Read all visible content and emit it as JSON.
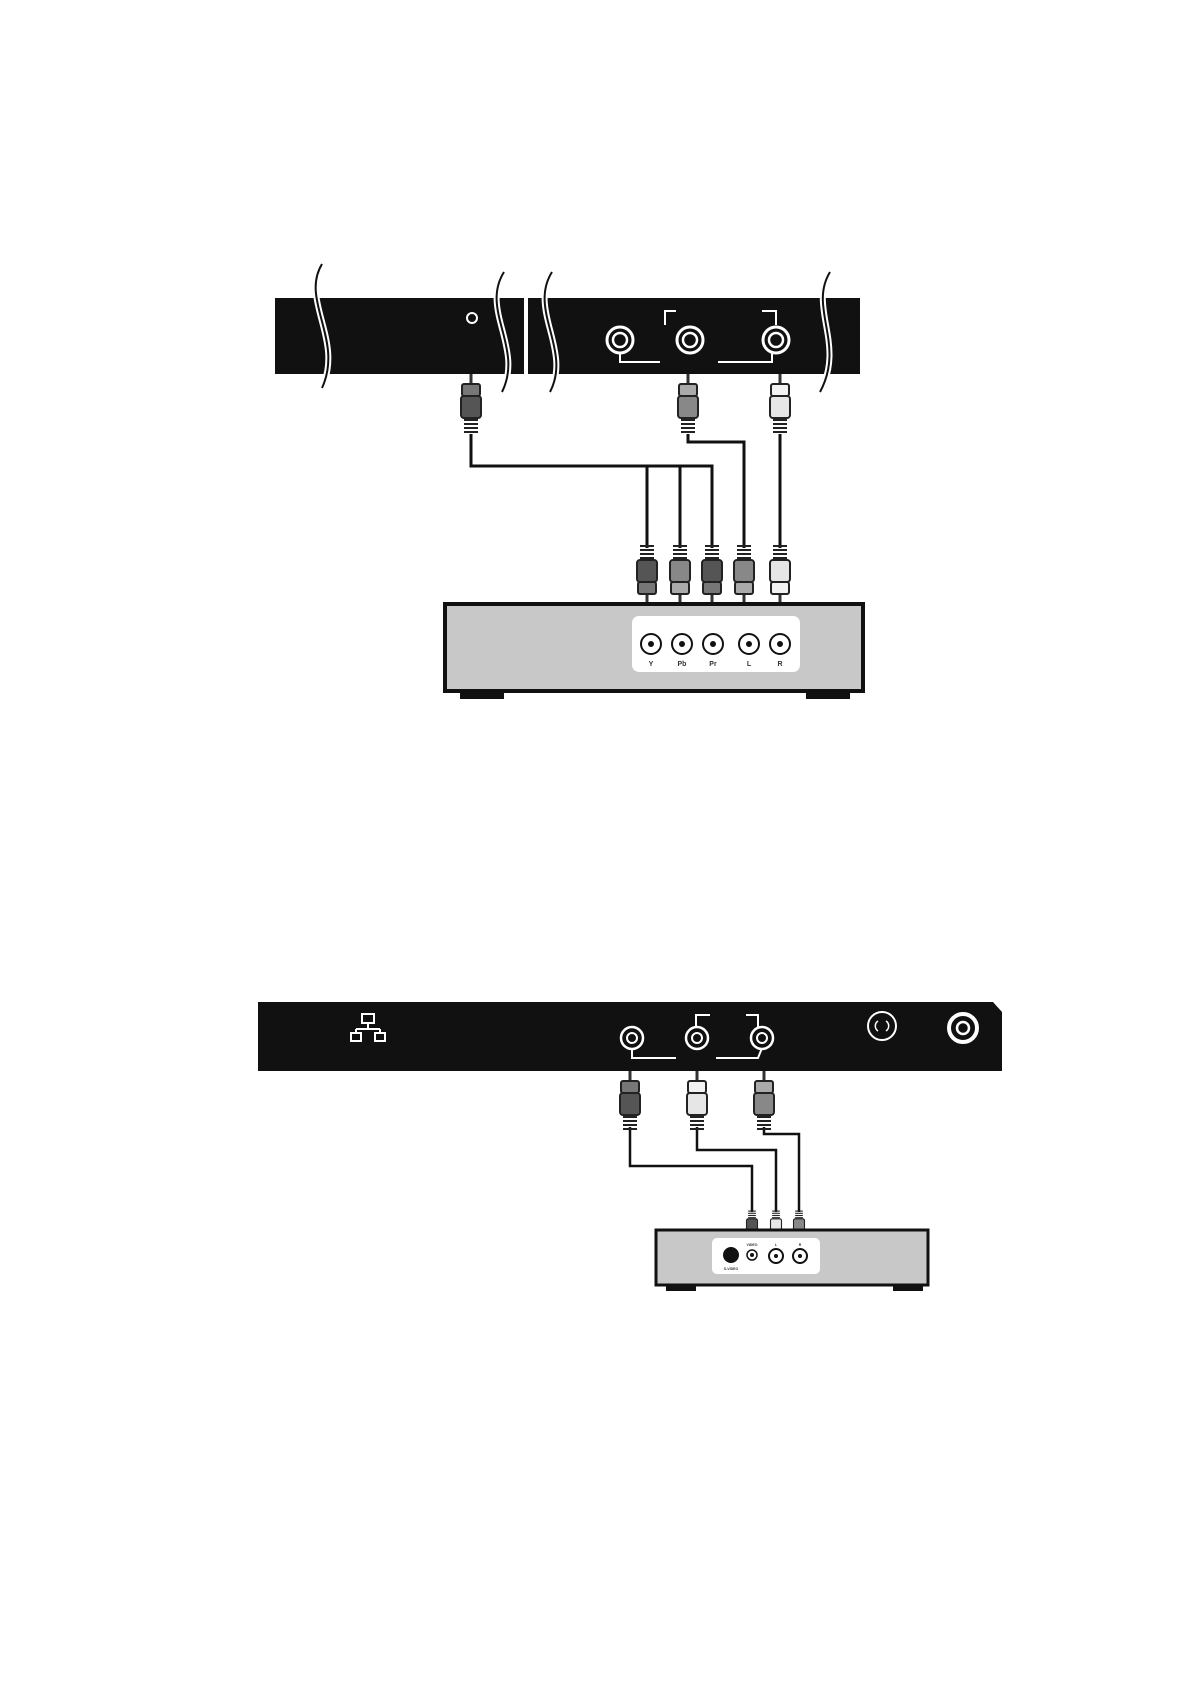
{
  "diagram1": {
    "receiver_jack_labels": [
      "Y",
      "Pb",
      "Pr",
      "L",
      "R"
    ]
  },
  "diagram2": {
    "receiver_jack_labels": [
      "S-VIDEO",
      "VIDEO",
      "L",
      "R"
    ]
  },
  "colors": {
    "device_black": "#111111",
    "receiver_gray": "#c8c8c8",
    "panel_white": "#ffffff",
    "plug_dark": "#4a4a4a",
    "plug_mid": "#8c8c8c",
    "plug_light": "#e6e6e6"
  },
  "icons": [
    "network-icon",
    "coax-jack-icon",
    "break-mark-icon",
    "rca-plug-icon"
  ]
}
